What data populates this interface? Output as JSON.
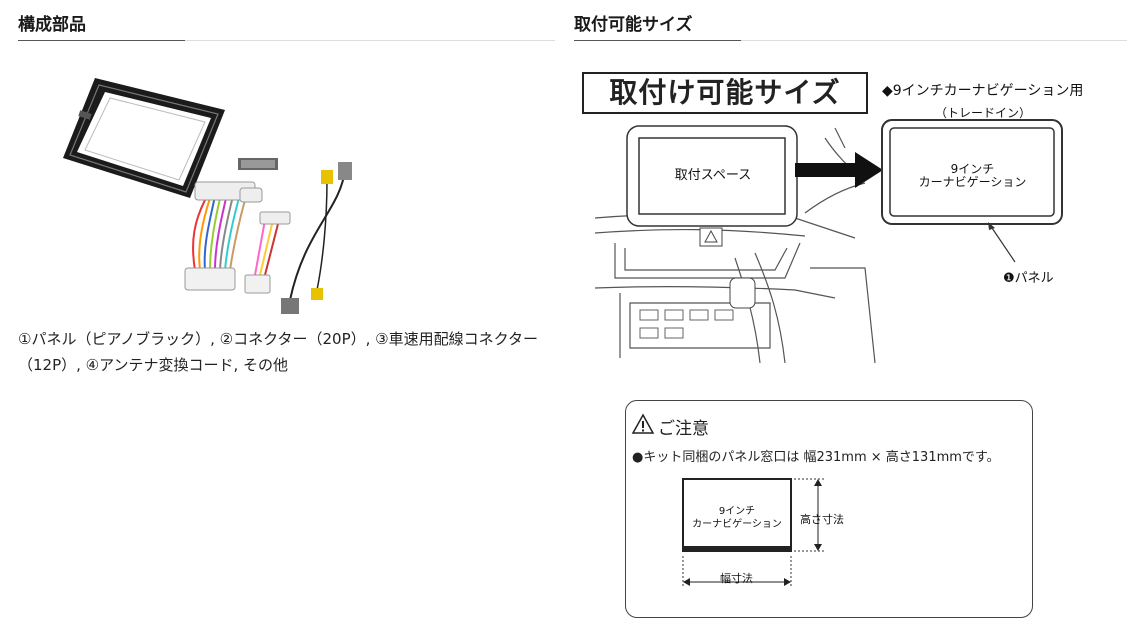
{
  "components": {
    "title": "構成部品",
    "description": "①パネル（ピアノブラック）, ②コネクター（20P）, ③車速用配線コネクター（12P）, ④アンテナ変換コード, その他"
  },
  "fit_size": {
    "title": "取付可能サイズ",
    "banner": "取付け可能サイズ",
    "nav_label": "◆9インチカーナビゲーション用",
    "nav_sub": "（トレードイン）",
    "install_space": "取付スペース",
    "nav_screen_line1": "9インチ",
    "nav_screen_line2": "カーナビゲーション",
    "panel_label": "❶パネル"
  },
  "caution": {
    "title": "ご注意",
    "text": "●キット同梱のパネル窓口は 幅231mm × 高さ131mmです。",
    "screen_line1": "9インチ",
    "screen_line2": "カーナビゲーション",
    "height_label": "高さ寸法",
    "width_label": "幅寸法"
  }
}
